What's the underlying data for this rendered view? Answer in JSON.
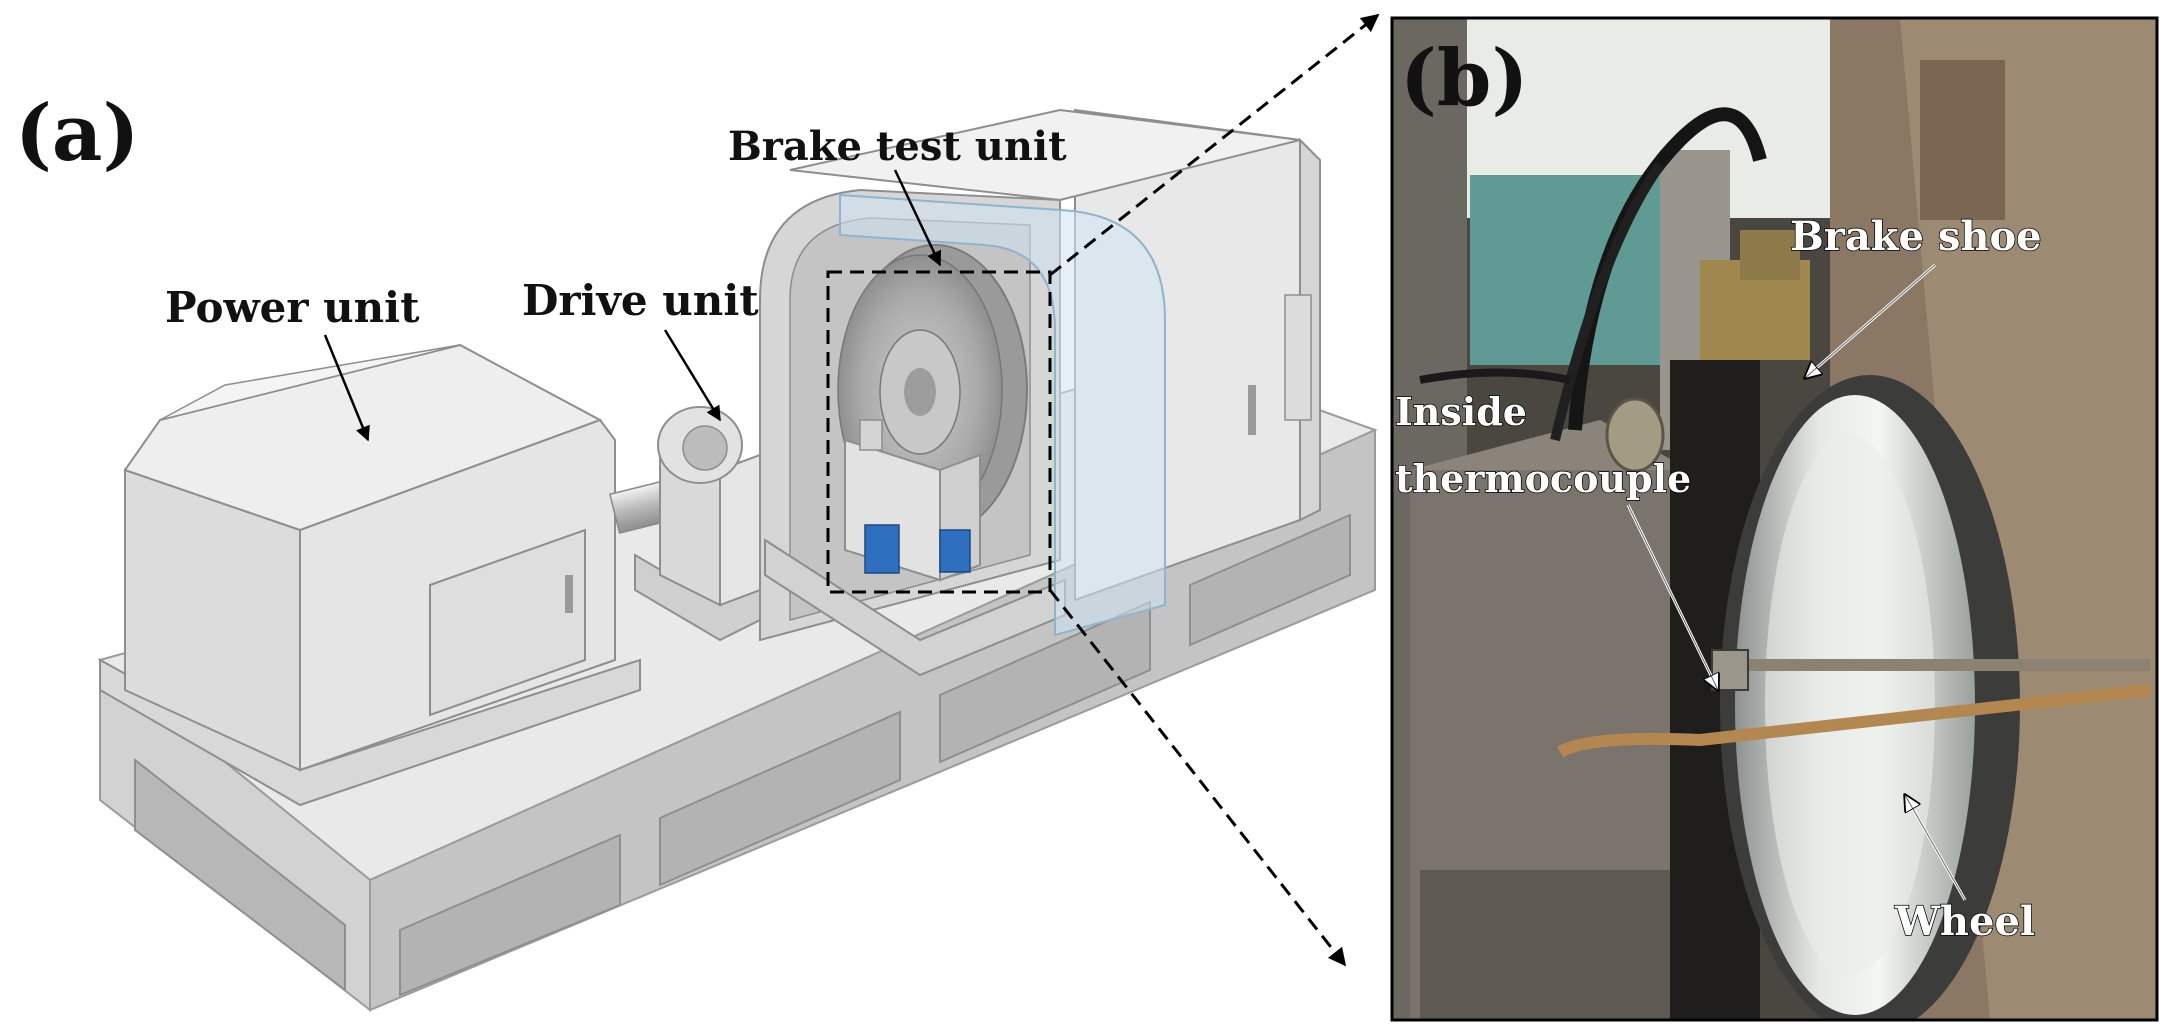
{
  "panels": {
    "a": {
      "label": "(a)"
    },
    "b": {
      "label": "(b)"
    }
  },
  "callouts_a": {
    "brake_test_unit": "Brake test unit",
    "power_unit": "Power unit",
    "drive_unit": "Drive unit"
  },
  "callouts_b": {
    "brake_shoe": "Brake shoe",
    "inside_line1": "Inside",
    "inside_line2": "thermocouple",
    "wheel": "Wheel"
  },
  "colors": {
    "machine_body": "#e4e4e4",
    "machine_shade": "#cfcfcf",
    "enclosure_glass": "#cfe4f2",
    "clamp_blue": "#2f6fc0",
    "photo_dark": "#2a2824",
    "wheel_silver": "#c9ccc9"
  }
}
